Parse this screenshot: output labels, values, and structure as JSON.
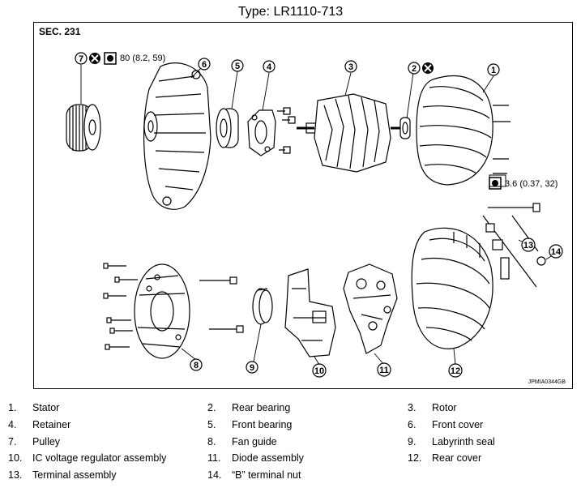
{
  "title": "Type: LR1110-713",
  "section_label": "SEC. 231",
  "figure_code": "JPMIA0344GB",
  "torques": {
    "pulley": "80 (8.2, 59)",
    "bolt": "3.6 (0.37, 32)"
  },
  "callouts": [
    "1",
    "2",
    "3",
    "4",
    "5",
    "6",
    "7",
    "8",
    "9",
    "10",
    "11",
    "12",
    "13",
    "14"
  ],
  "legend": [
    {
      "num": "1.",
      "name": "Stator"
    },
    {
      "num": "2.",
      "name": "Rear bearing"
    },
    {
      "num": "3.",
      "name": "Rotor"
    },
    {
      "num": "4.",
      "name": "Retainer"
    },
    {
      "num": "5.",
      "name": "Front bearing"
    },
    {
      "num": "6.",
      "name": "Front cover"
    },
    {
      "num": "7.",
      "name": "Pulley"
    },
    {
      "num": "8.",
      "name": "Fan guide"
    },
    {
      "num": "9.",
      "name": "Labyrinth seal"
    },
    {
      "num": "10.",
      "name": "IC voltage regulator assembly"
    },
    {
      "num": "11.",
      "name": "Diode assembly"
    },
    {
      "num": "12.",
      "name": "Rear cover"
    },
    {
      "num": "13.",
      "name": "Terminal assembly"
    },
    {
      "num": "14.",
      "name": "“B” terminal nut"
    }
  ]
}
